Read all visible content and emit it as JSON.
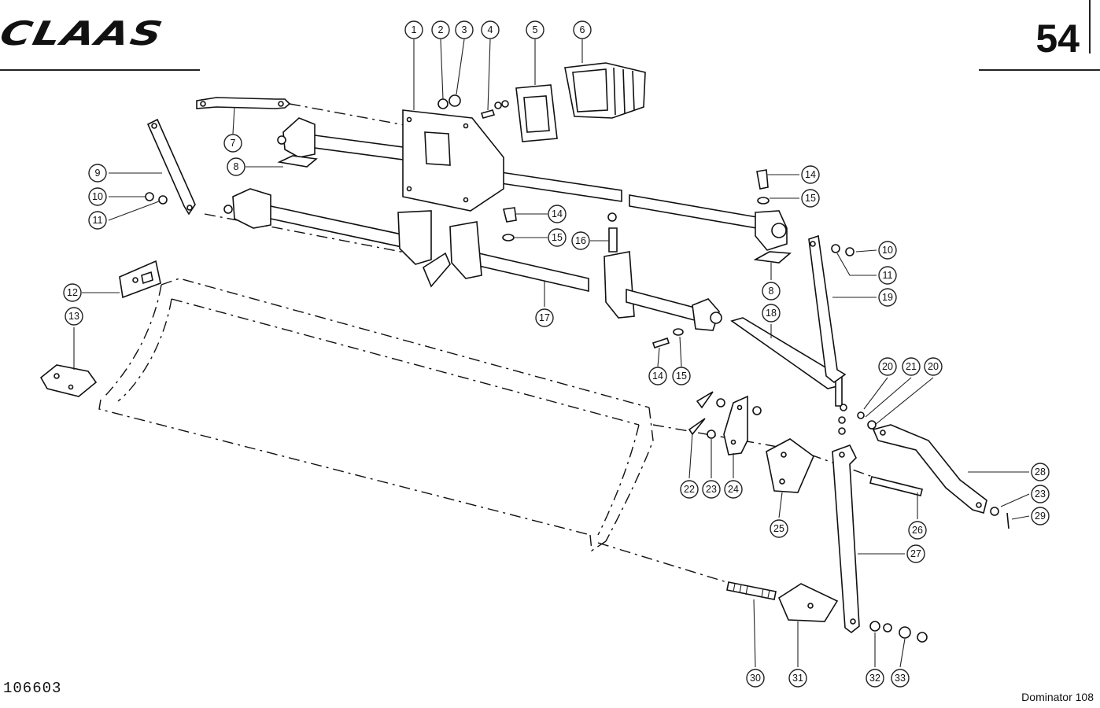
{
  "header": {
    "brand": "CLAAS",
    "page_number": "54"
  },
  "footer": {
    "document_number": "106603",
    "model": "Dominator 108"
  },
  "callouts": [
    "1",
    "2",
    "3",
    "4",
    "5",
    "6",
    "7",
    "8",
    "9",
    "10",
    "11",
    "12",
    "13",
    "14",
    "15",
    "16",
    "17",
    "18",
    "19",
    "20",
    "21",
    "22",
    "23",
    "24",
    "25",
    "26",
    "27",
    "28",
    "29",
    "30",
    "31",
    "32",
    "33"
  ]
}
